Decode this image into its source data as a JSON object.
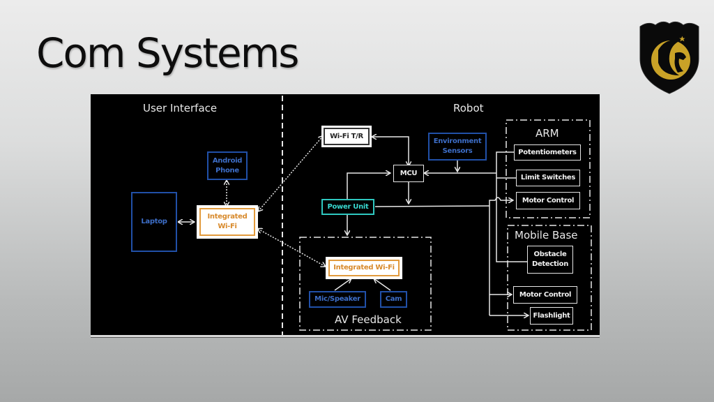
{
  "slide": {
    "title": "Com Systems",
    "logo": "ucf-pegasus-shield-logo"
  },
  "diagram": {
    "sections": {
      "user_interface": "User Interface",
      "robot": "Robot",
      "arm": "ARM",
      "mobile_base": "Mobile Base",
      "av_feedback": "AV Feedback"
    },
    "nodes": {
      "android_phone": "Android Phone",
      "laptop": "Laptop",
      "ui_wifi": "Integrated Wi-Fi",
      "wifi_tr": "Wi-Fi T/R",
      "env_sensors": "Environment Sensors",
      "mcu": "MCU",
      "power_unit": "Power Unit",
      "av_wifi": "Integrated Wi-Fi",
      "mic_speaker": "Mic/Speaker",
      "cam": "Cam",
      "potentiometers": "Potentiometers",
      "limit_switches": "Limit Switches",
      "arm_motor_control": "Motor Control",
      "obstacle_detection": "Obstacle Detection",
      "base_motor_control": "Motor Control",
      "flashlight": "Flashlight"
    },
    "colors": {
      "ui_device": "#2150a8",
      "wifi": "#e29a3c",
      "power": "#2fc8c0",
      "background": "#000000"
    }
  }
}
